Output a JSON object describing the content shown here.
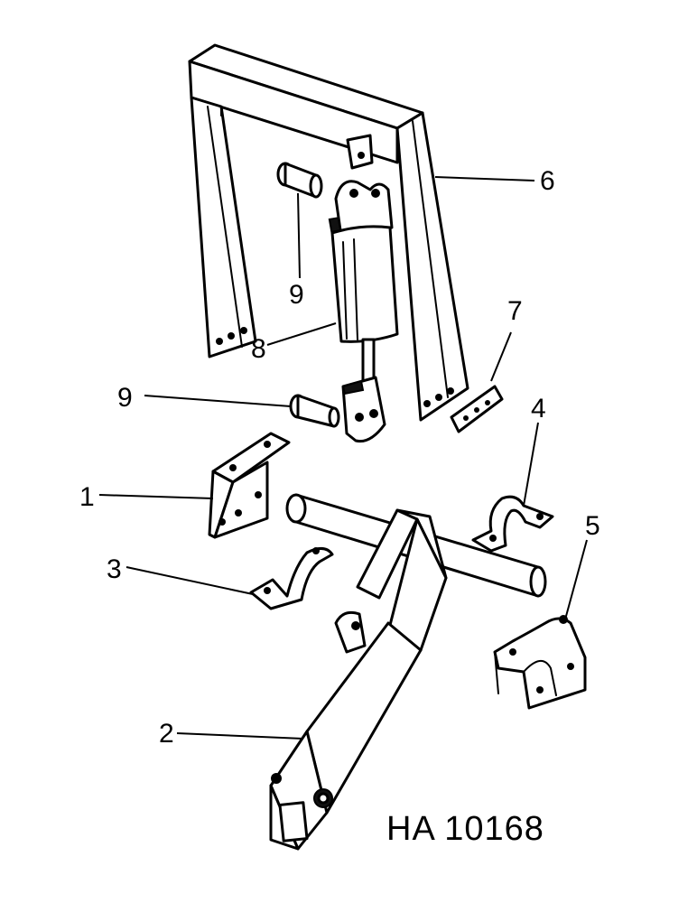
{
  "drawing_number": "HA 10168",
  "callouts": {
    "c1": "1",
    "c2": "2",
    "c3": "3",
    "c4": "4",
    "c5": "5",
    "c6": "6",
    "c7": "7",
    "c8": "8",
    "c9a": "9",
    "c9b": "9"
  },
  "colors": {
    "ink": "#000000",
    "paper": "#ffffff"
  }
}
